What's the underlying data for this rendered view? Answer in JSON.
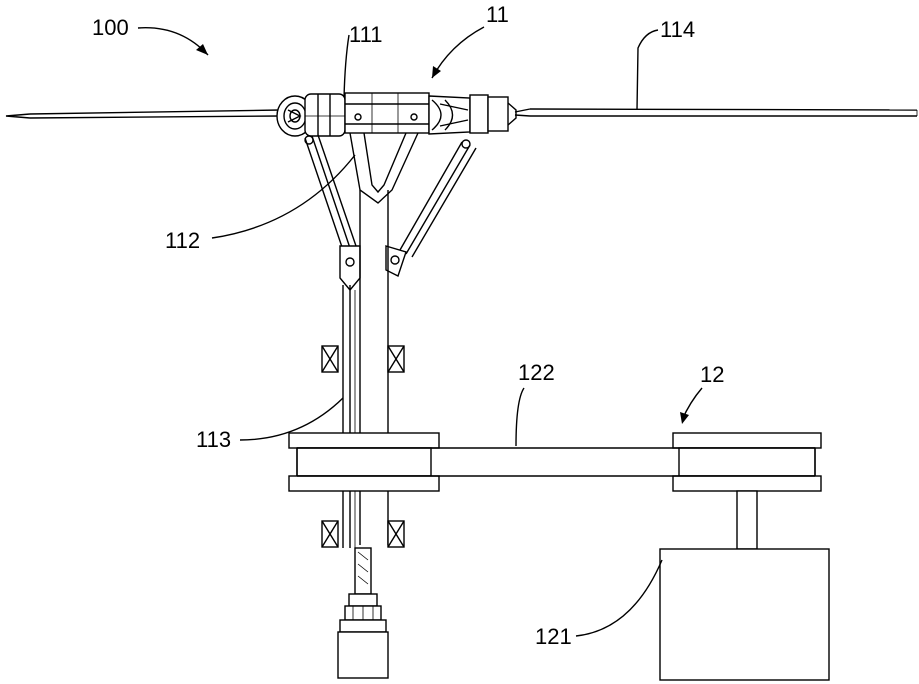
{
  "labels": {
    "assembly": "100",
    "unit_upper": "11",
    "part_111": "111",
    "part_112": "112",
    "part_113": "113",
    "part_114": "114",
    "unit_lower": "12",
    "part_122": "122",
    "part_121": "121"
  },
  "colors": {
    "line": "#000000",
    "background": "#ffffff"
  }
}
